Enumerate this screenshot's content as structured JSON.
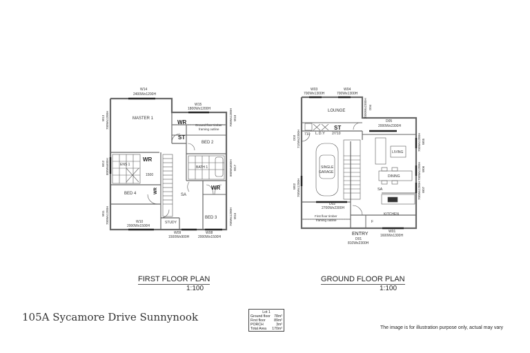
{
  "address": "105A Sycamore Drive Sunnynook",
  "disclaimer": "The image is for illustration purpose only, actual may vary",
  "lot_info": {
    "title": "Lot 1",
    "rows": [
      {
        "label": "Ground floor",
        "value": "78m²"
      },
      {
        "label": "First floor",
        "value": "89m²"
      },
      {
        "label": "PORCH",
        "value": "3m²"
      },
      {
        "label": "Total Area",
        "value": "170m²"
      }
    ]
  },
  "first_floor": {
    "title": "FIRST FLOOR PLAN",
    "scale": "1:100",
    "rooms": {
      "master": "MASTER 1",
      "ens": "ENS 1",
      "wr1": "WR",
      "wr2": "WR",
      "wr3": "WR",
      "wr4": "WR",
      "st": "ST",
      "bed2": "BED 2",
      "bath": "BATH 1",
      "bed4": "BED 4",
      "bed3": "BED 3",
      "study": "STUDY",
      "sa": "SA",
      "timber": "Ground floor timber",
      "timber2": "framing outline",
      "dim1500": "1500"
    },
    "windows": {
      "w14": "W14",
      "w14_size": "2400Wx1200H",
      "w15": "W15",
      "w15_size": "1800Wx1200H",
      "w13": "W13",
      "w13_size": "700Wx1200H",
      "w12": "W12",
      "w12_size": "800Wx600H",
      "w11": "W11",
      "w11_size": "700Wx1200H",
      "w10": "W10",
      "w10_size": "2000Wx1500H",
      "w09": "W09",
      "w09_size": "1500Wx900H",
      "w08": "W08",
      "w08_size": "2000Wx1500H",
      "w16": "W16",
      "w16_size": "700Wx1200H",
      "w17": "W17",
      "w17_size": "800Wx600H",
      "w18": "W18",
      "w18_size": "700Wx1200H"
    }
  },
  "ground_floor": {
    "title": "GROUND FLOOR PLAN",
    "scale": "1:100",
    "rooms": {
      "lounge": "LOUNGE",
      "ldy": "L.D.Y",
      "st": "ST",
      "st_dim": "2/710",
      "ldy_dim": "710",
      "garage1": "SINGLE",
      "garage2": "GARAGE",
      "living": "LIVING",
      "dining": "DINING",
      "kitchen": "KITCHEN",
      "entry": "ENTRY",
      "sa": "SA",
      "timber": "First floor timber",
      "timber2": "framing outline",
      "f": "F"
    },
    "windows": {
      "w03": "W03",
      "w03_size": "700Wx1300H",
      "w04": "W04",
      "w04_size": "700Wx1300H",
      "d05": "D05",
      "d05_size": "2000Wx2300H",
      "d03": "D03",
      "d03_size": "710Wx2300H",
      "w02": "W02",
      "w02_size": "700Wx1200H",
      "d02": "D02",
      "d02_size": "2700Wx2300H",
      "d01": "D01",
      "d01_size": "810Wx2300H",
      "w01": "W01",
      "w01_size": "1600Wx1300H",
      "d04": "D04",
      "d04_size": "2000Wx2300H",
      "w05": "W05",
      "w05_size": "700Wx1200H",
      "w06": "W06",
      "w06_size": "700Wx1200H",
      "w07": "W07",
      "w07_size": "700Wx1200H"
    }
  }
}
